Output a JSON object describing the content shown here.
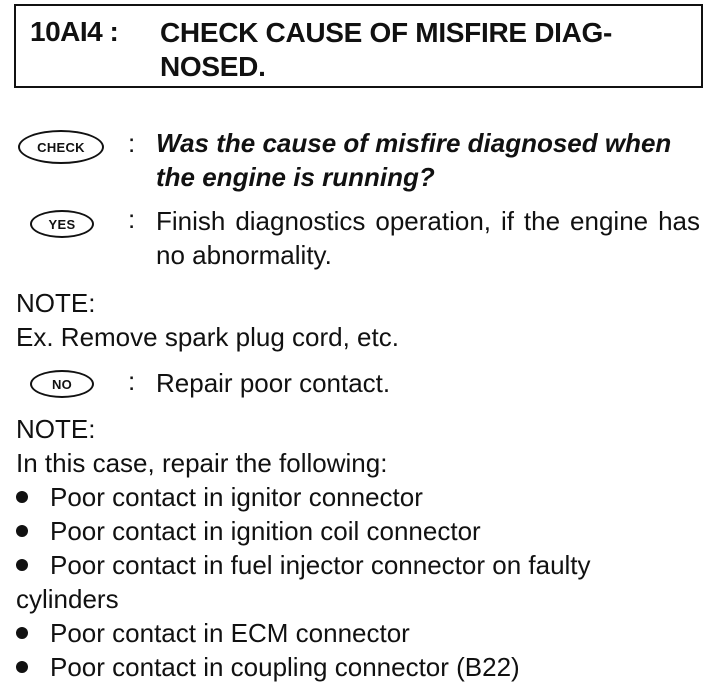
{
  "header": {
    "section_id": "10AI4 :",
    "title": "CHECK CAUSE OF MISFIRE DIAG-NOSED."
  },
  "check": {
    "badge": "CHECK",
    "question": "Was the cause of misfire diagnosed when the engine is running?"
  },
  "yes": {
    "badge": "YES",
    "text": "Finish diagnostics operation, if the engine has no abnormality."
  },
  "note1": {
    "label": "NOTE:",
    "text": "Ex. Remove spark plug cord, etc."
  },
  "no": {
    "badge": "NO",
    "text": "Repair poor contact."
  },
  "note2": {
    "label": "NOTE:",
    "intro": "In this case, repair the following:",
    "items": [
      "Poor contact in ignitor connector",
      "Poor contact in ignition coil connector",
      "Poor contact in fuel injector connector on faulty",
      "Poor contact in ECM connector",
      "Poor contact in coupling connector (B22)"
    ],
    "continuation": "cylinders"
  },
  "separator": ":"
}
